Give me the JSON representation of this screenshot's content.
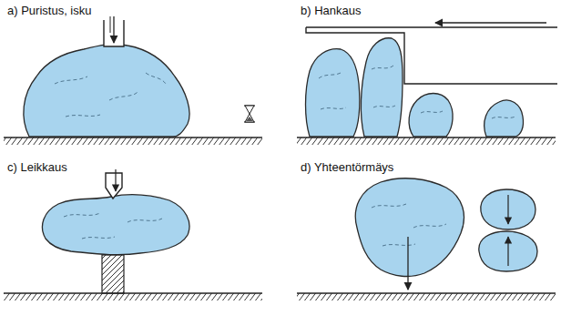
{
  "diagram": {
    "labels": [
      "a) Puristus, isku",
      "b) Hankaus",
      "c) Leikkaus",
      "d) Yhteentörmäys"
    ]
  }
}
